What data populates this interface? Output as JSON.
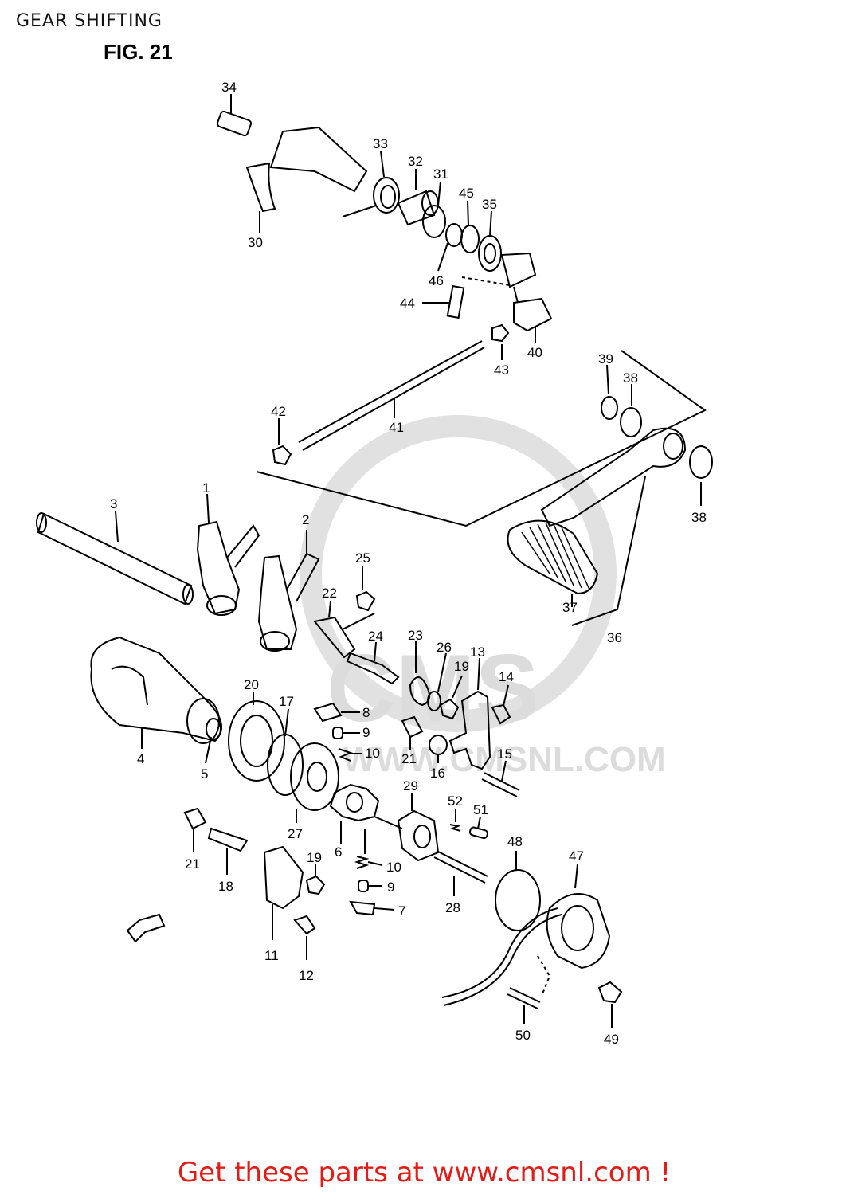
{
  "header": {
    "title": "GEAR SHIFTING",
    "figure": "FIG. 21"
  },
  "footer": {
    "link_text": "Get these parts at www.cmsnl.com !"
  },
  "watermark": {
    "text": "WWW.CMSNL.COM",
    "short": "CMS"
  },
  "colors": {
    "line": "#000000",
    "footer": "#e41b17",
    "watermark": "#d9d9d9"
  },
  "callouts": [
    "34",
    "33",
    "32",
    "31",
    "45",
    "35",
    "30",
    "46",
    "44",
    "40",
    "43",
    "39",
    "38",
    "42",
    "41",
    "3",
    "1",
    "2",
    "25",
    "38",
    "22",
    "37",
    "36",
    "24",
    "23",
    "26",
    "19",
    "13",
    "14",
    "20",
    "17",
    "8",
    "9",
    "4",
    "10",
    "21",
    "16",
    "15",
    "5",
    "29",
    "52",
    "51",
    "27",
    "6",
    "21",
    "48",
    "47",
    "19",
    "10",
    "18",
    "9",
    "28",
    "7",
    "11",
    "12",
    "50",
    "49"
  ]
}
